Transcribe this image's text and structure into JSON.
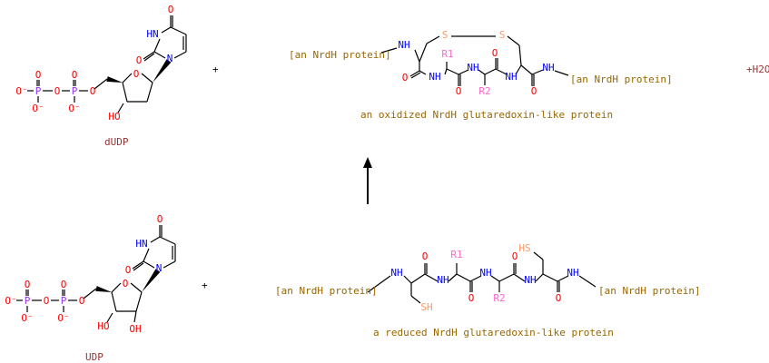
{
  "colors": {
    "carbon_bond": "#000000",
    "oxygen": "#ff0000",
    "nitrogen": "#0000ff",
    "phosphorus": "#9933ff",
    "sulfur": "#ff9966",
    "rgroup": "#ff66cc",
    "protein": "#996600",
    "name": "#993333"
  },
  "reaction": {
    "plus_1": "+",
    "plus_2": "+",
    "water": "+H2O",
    "arrow_direction": "up"
  },
  "dudp": {
    "name": "dUDP",
    "atoms": [
      "O",
      "HN",
      "N",
      "O",
      "O",
      "O",
      "P",
      "O",
      "P",
      "O⁻",
      "O",
      "O⁻",
      "O",
      "O⁻",
      "HO"
    ]
  },
  "udp": {
    "name": "UDP",
    "atoms": [
      "O",
      "HN",
      "N",
      "O",
      "O",
      "O",
      "P",
      "O",
      "P",
      "O⁻",
      "O",
      "O⁻",
      "O",
      "O⁻",
      "HO",
      "OH"
    ]
  },
  "oxidized": {
    "name": "an oxidized NrdH glutaredoxin-like protein",
    "left_protein": "[an NrdH protein]",
    "right_protein": "[an NrdH protein]",
    "atoms": [
      "NH",
      "S",
      "S",
      "R1",
      "O",
      "NH",
      "NH",
      "O",
      "NH",
      "O",
      "R2",
      "O",
      "NH"
    ]
  },
  "reduced": {
    "name": "a reduced NrdH glutaredoxin-like protein",
    "left_protein": "[an NrdH protein]",
    "right_protein": "[an NrdH protein]",
    "atoms": [
      "NH",
      "O",
      "NH",
      "R1",
      "O",
      "NH",
      "O",
      "R2",
      "HS",
      "NH",
      "O",
      "NH",
      "SH"
    ]
  }
}
